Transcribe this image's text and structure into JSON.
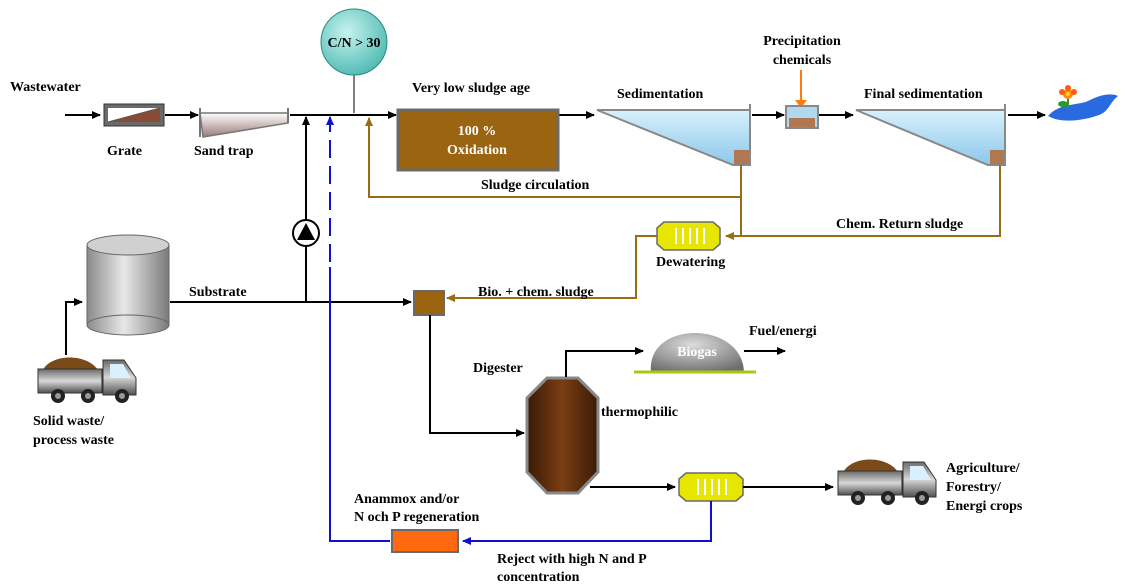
{
  "labels": {
    "wastewater": "Wastewater",
    "grate": "Grate",
    "sand_trap": "Sand trap",
    "cn_ratio": "C/N > 30",
    "very_low_sludge_age": "Very low sludge age",
    "oxidation_line1": "100 %",
    "oxidation_line2": "Oxidation",
    "sedimentation": "Sedimentation",
    "precipitation_line1": "Precipitation",
    "precipitation_line2": "chemicals",
    "final_sedimentation": "Final sedimentation",
    "sludge_circulation": "Sludge circulation",
    "chem_return_sludge": "Chem. Return sludge",
    "dewatering": "Dewatering",
    "substrate": "Substrate",
    "bio_chem_sludge": "Bio. + chem. sludge",
    "solid_waste_line1": "Solid waste/",
    "solid_waste_line2": "process waste",
    "digester": "Digester",
    "thermophilic": "thermophilic",
    "biogas": "Biogas",
    "fuel_energi": "Fuel/energi",
    "anammox_line1": "Anammox and/or",
    "anammox_line2": "N och P regeneration",
    "reject_line1": "Reject with high N and P",
    "reject_line2": "concentration",
    "agri_line1": "Agriculture/",
    "agri_line2": "Forestry/",
    "agri_line3": "Energi crops"
  },
  "colors": {
    "process_line": "#000000",
    "sludge_line": "#9a6a14",
    "reject_line": "#1010d0",
    "oxidation_tank": "#9a6410",
    "water": "#a8d8f0",
    "biogas_dome": "#8e8e8e",
    "dewatering_unit": "#e6e600",
    "anammox_unit": "#ff6a10",
    "cn_circle": "#6ed0c8",
    "digester": "#6a3410"
  }
}
